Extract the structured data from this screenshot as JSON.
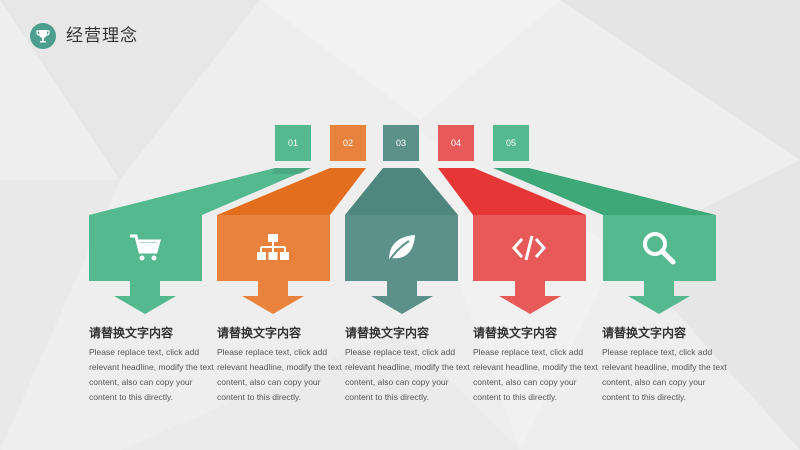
{
  "header": {
    "title": "经营理念"
  },
  "items": [
    {
      "number": "01",
      "color": "#55b98f",
      "icon": "cart-icon",
      "heading": "请替换文字内容",
      "text": "Please replace text, click add relevant headline, modify the text content, also can copy your content to this directly."
    },
    {
      "number": "02",
      "color": "#e9823c",
      "icon": "sitemap-icon",
      "heading": "请替换文字内容",
      "text": "Please replace text, click add relevant headline, modify the text content, also can copy your content to this directly."
    },
    {
      "number": "03",
      "color": "#5b9189",
      "icon": "leaf-icon",
      "heading": "请替换文字内容",
      "text": "Please replace text, click add relevant headline, modify the text content, also can copy your content to this directly."
    },
    {
      "number": "04",
      "color": "#e85a5a",
      "icon": "code-icon",
      "heading": "请替换文字内容",
      "text": "Please replace text, click add relevant headline, modify the text content, also can copy your content to this directly."
    },
    {
      "number": "05",
      "color": "#55b98f",
      "icon": "search-icon",
      "heading": "请替换文字内容",
      "text": "Please replace text, click add relevant headline, modify the text content, also can copy your content to this directly."
    }
  ]
}
